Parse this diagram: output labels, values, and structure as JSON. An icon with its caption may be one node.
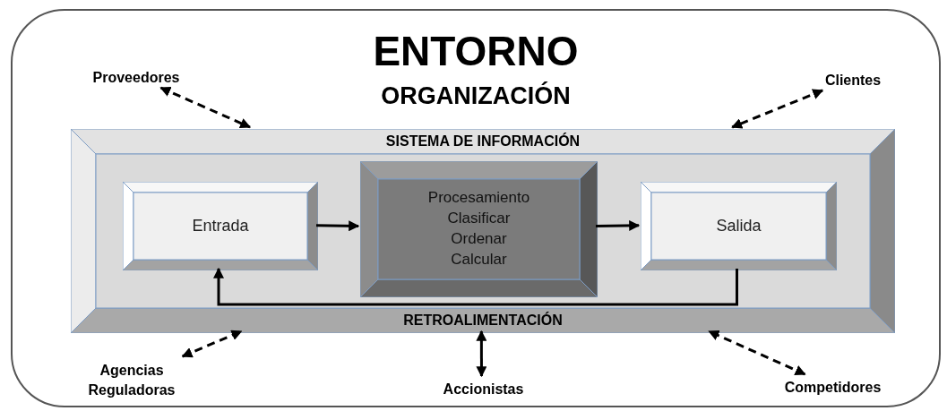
{
  "diagram": {
    "nodes": [
      {
        "text": [
          "ENTORNO",
          "ORGANIZACIÓN"
        ]
      },
      {
        "text": [
          "SISTEMA DE INFORMACIÓN",
          "RETROALIMENTACIÓN"
        ],
        "in": 0
      },
      {
        "text": [
          "Entrada"
        ],
        "in": 1
      },
      {
        "text": [
          "Procesamiento",
          "Clasificar",
          "Ordenar",
          "Calcular"
        ],
        "in": 1
      },
      {
        "text": [
          "Salida"
        ],
        "in": 1
      },
      {
        "text": [
          "Proveedores"
        ],
        "in": 0
      },
      {
        "text": [
          "Clientes"
        ],
        "in": 0
      },
      {
        "text": [
          "Agencias Reguladoras"
        ],
        "in": 0
      },
      {
        "text": [
          "Accionistas"
        ],
        "in": 0
      },
      {
        "text": [
          "Competidores"
        ],
        "in": 0
      }
    ],
    "edges": [
      {
        "from": 2,
        "to": 3,
        "arrow": "to"
      },
      {
        "from": 3,
        "to": 4,
        "arrow": "to"
      },
      {
        "from": 4,
        "to": 2,
        "arrow": "to"
      },
      {
        "from": 5,
        "to": 1,
        "arrow": "both",
        "style": "dashed"
      },
      {
        "from": 6,
        "to": 1,
        "arrow": "both",
        "style": "dashed"
      },
      {
        "from": 7,
        "to": 1,
        "arrow": "both",
        "style": "dashed"
      },
      {
        "from": 8,
        "to": 1,
        "arrow": "both"
      },
      {
        "from": 9,
        "to": 1,
        "arrow": "both",
        "style": "dashed"
      }
    ]
  }
}
